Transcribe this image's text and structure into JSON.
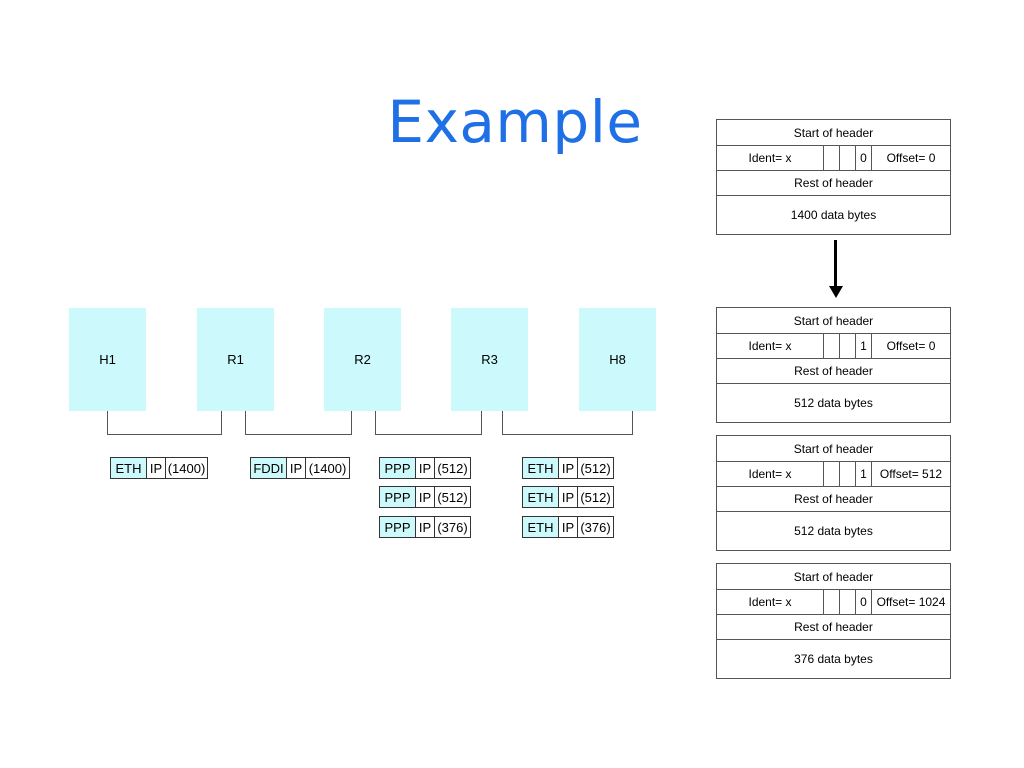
{
  "title": "Example",
  "nodes": [
    "H1",
    "R1",
    "R2",
    "R3",
    "H8"
  ],
  "packets": [
    {
      "proto": "ETH",
      "ip": "IP",
      "len": "(1400)"
    },
    {
      "proto": "FDDI",
      "ip": "IP",
      "len": "(1400)"
    },
    {
      "proto": "PPP",
      "ip": "IP",
      "len": "(512)"
    },
    {
      "proto": "PPP",
      "ip": "IP",
      "len": "(512)"
    },
    {
      "proto": "PPP",
      "ip": "IP",
      "len": "(376)"
    },
    {
      "proto": "ETH",
      "ip": "IP",
      "len": "(512)"
    },
    {
      "proto": "ETH",
      "ip": "IP",
      "len": "(512)"
    },
    {
      "proto": "ETH",
      "ip": "IP",
      "len": "(376)"
    }
  ],
  "fragments": [
    {
      "start": "Start of header",
      "ident": "Ident= x",
      "mf": "0",
      "offset": "Offset= 0",
      "rest": "Rest of header",
      "data": "1400 data bytes"
    },
    {
      "start": "Start of header",
      "ident": "Ident= x",
      "mf": "1",
      "offset": "Offset= 0",
      "rest": "Rest of header",
      "data": "512 data bytes"
    },
    {
      "start": "Start of header",
      "ident": "Ident= x",
      "mf": "1",
      "offset": "Offset= 512",
      "rest": "Rest of header",
      "data": "512 data bytes"
    },
    {
      "start": "Start of header",
      "ident": "Ident= x",
      "mf": "0",
      "offset": "Offset= 1024",
      "rest": "Rest of header",
      "data": "376 data bytes"
    }
  ]
}
